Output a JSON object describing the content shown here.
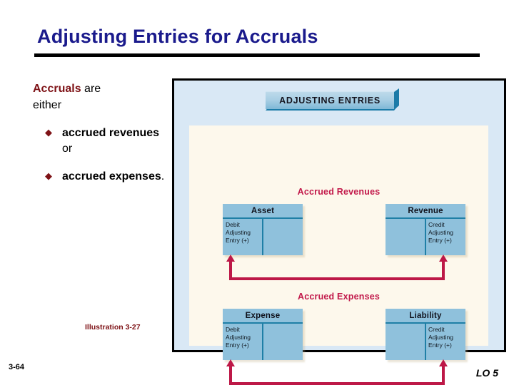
{
  "slide": {
    "title": "Adjusting Entries for Accruals",
    "page_number": "3-64",
    "learning_objective": "LO 5",
    "title_color": "#1a1a8c",
    "rule_color": "#000000"
  },
  "left_column": {
    "lead_strong": "Accruals",
    "lead_rest": " are",
    "lead_second_line": "either",
    "bullet_marker": "◆",
    "bullet_color": "#7e1216",
    "bullets": [
      {
        "bold": "accrued revenues",
        "trailing": " or"
      },
      {
        "bold": "accrued expenses",
        "trailing": "."
      }
    ],
    "caption": "Illustration 3-27",
    "caption_color": "#7e1216"
  },
  "illustration": {
    "banner_label": "ADJUSTING ENTRIES",
    "banner_face_color": "#a9cfe4",
    "banner_shadow_color": "#1b7ba8",
    "panel_bg": "#d9e8f5",
    "inner_bg": "#fdf8ec",
    "accent_red": "#c21a4b",
    "connector_red": "#bd1847",
    "box_blue": "#8fc1dc",
    "box_rule_blue": "#1f7fa6",
    "sections": [
      {
        "heading": "Accrued Revenues",
        "accounts": [
          {
            "title": "Asset",
            "side": "left",
            "entry": "Debit\nAdjusting\nEntry (+)"
          },
          {
            "title": "Revenue",
            "side": "right",
            "entry": "Credit\nAdjusting\nEntry (+)"
          }
        ]
      },
      {
        "heading": "Accrued Expenses",
        "accounts": [
          {
            "title": "Expense",
            "side": "left",
            "entry": "Debit\nAdjusting\nEntry (+)"
          },
          {
            "title": "Liability",
            "side": "right",
            "entry": "Credit\nAdjusting\nEntry (+)"
          }
        ]
      }
    ]
  }
}
